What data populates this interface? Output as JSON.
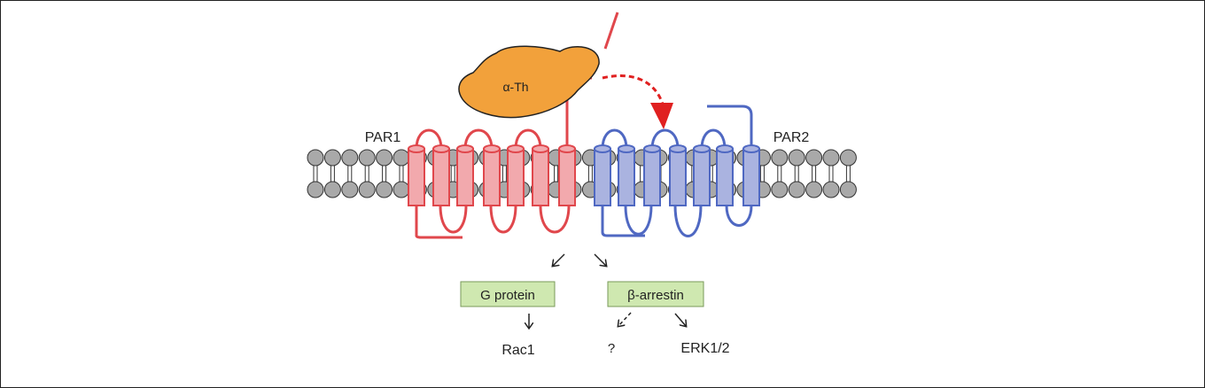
{
  "labels": {
    "thrombin": "α-Th",
    "par1": "PAR1",
    "par2": "PAR2",
    "g_protein": "G protein",
    "beta_arrestin": "β-arrestin",
    "rac1": "Rac1",
    "unknown": "?",
    "erk": "ERK1/2"
  },
  "colors": {
    "par1": "#e0474c",
    "par1_fill": "#f2a9ad",
    "par2": "#4f68c2",
    "par2_fill": "#aab3e0",
    "thrombin": "#f2a13b",
    "lipid": "#a9a9a9",
    "box": "#cfe8b0",
    "arrow_red": "#e02020"
  }
}
